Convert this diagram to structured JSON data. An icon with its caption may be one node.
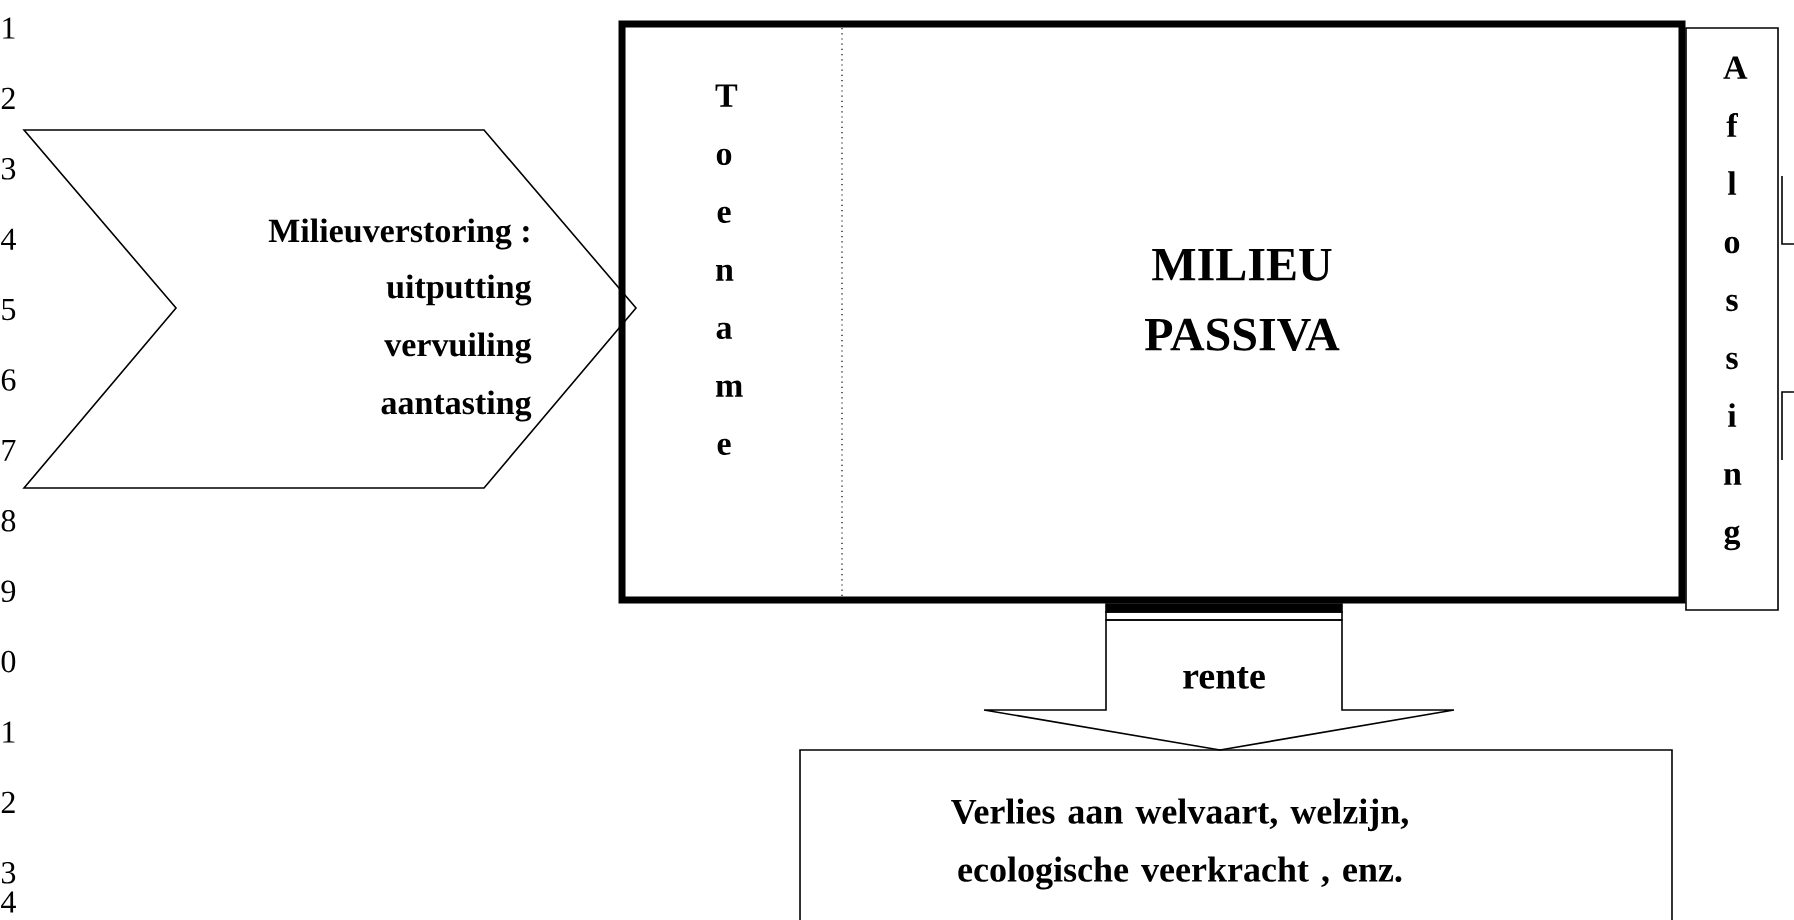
{
  "diagram": {
    "nodes": [
      {
        "text": [
          "Milieuverstoring :",
          "uitputting vervuiling aantasting"
        ]
      },
      {
        "text": [
          "MILIEU PASSIVA"
        ]
      },
      {
        "text": [
          "T o e n a m e"
        ],
        "in": 1
      },
      {
        "text": [
          "A f l o s s i n g"
        ]
      },
      {
        "text": [
          "rente"
        ]
      },
      {
        "text": [
          "Verlies aan welvaart, welzijn, ecologische veerkracht , enz."
        ]
      }
    ],
    "labels": [
      "1",
      "2",
      "3",
      "4",
      "5",
      "6",
      "7",
      "8",
      "9",
      "0",
      "1",
      "2",
      "3",
      "4"
    ]
  }
}
